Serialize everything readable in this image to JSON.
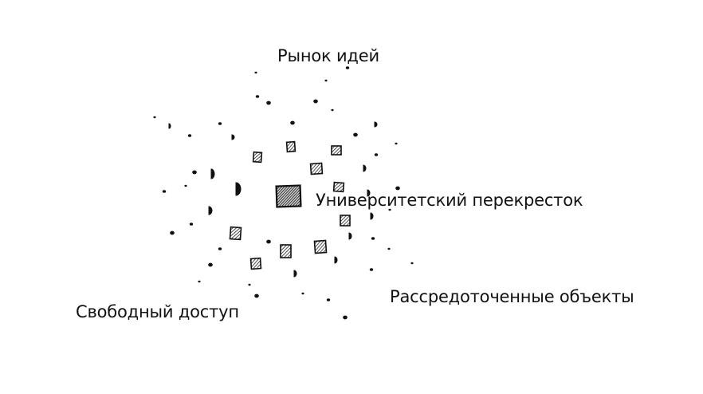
{
  "labels": {
    "top": "Рынок идей",
    "center": "Университетский перекресток",
    "right": "Рассредоточенные объекты",
    "left": "Свободный доступ"
  },
  "colors": {
    "ink": "#111111",
    "background": "#ffffff"
  }
}
